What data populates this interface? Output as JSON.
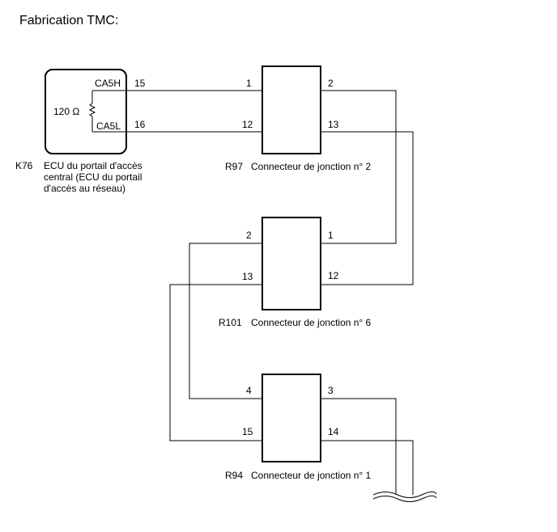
{
  "header": {
    "title": "Fabrication TMC:"
  },
  "ecu": {
    "code": "K76",
    "name_lines": [
      "ECU du portail d'accès",
      "central (ECU du portail",
      "d'accès au réseau)"
    ],
    "resistor_label": "120 Ω",
    "pin_can_h": "CA5H",
    "pin_can_l": "CA5L",
    "terminal_h": "15",
    "terminal_l": "16"
  },
  "connectors": {
    "r97": {
      "code": "R97",
      "name": "Connecteur de jonction n° 2",
      "left_top": "1",
      "left_bottom": "12",
      "right_top": "2",
      "right_bottom": "13"
    },
    "r101": {
      "code": "R101",
      "name": "Connecteur de jonction n° 6",
      "left_top": "2",
      "left_bottom": "13",
      "right_top": "1",
      "right_bottom": "12"
    },
    "r94": {
      "code": "R94",
      "name": "Connecteur de jonction n° 1",
      "left_top": "4",
      "left_bottom": "15",
      "right_top": "3",
      "right_bottom": "14"
    }
  },
  "colors": {
    "line": "#000000",
    "background": "#ffffff"
  }
}
